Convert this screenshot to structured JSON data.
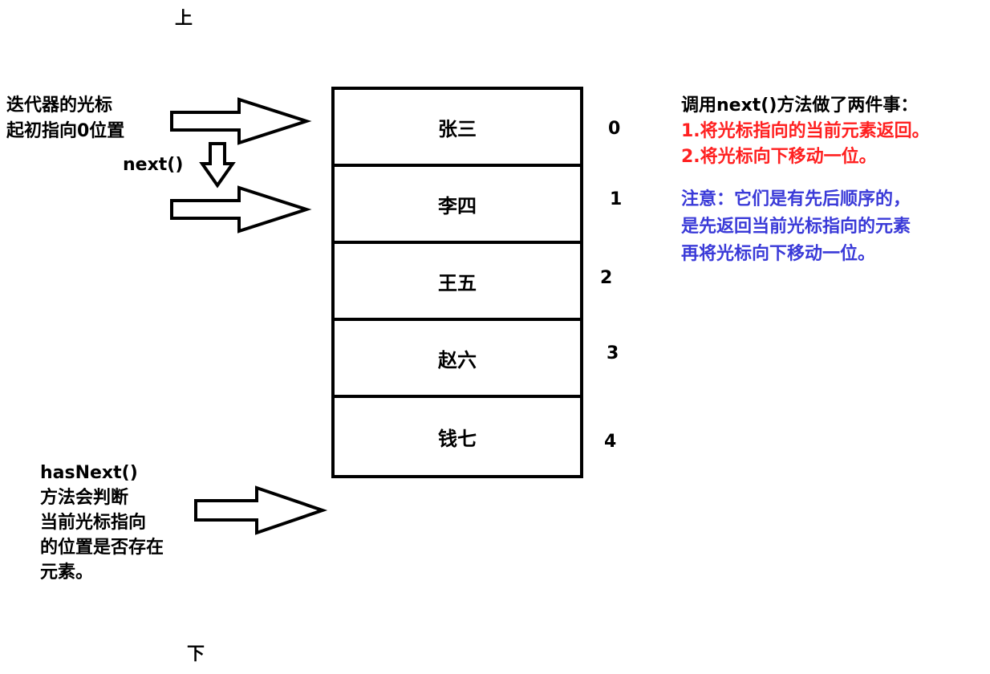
{
  "labels": {
    "top": "上",
    "bottom": "下",
    "cursor_initial": [
      "迭代器的光标",
      "起初指向0位置"
    ],
    "next_call": "next()",
    "has_next": [
      "hasNext()",
      "方法会判断",
      "当前光标指向",
      "的位置是否存在",
      "元素。"
    ]
  },
  "elements": [
    {
      "name": "张三",
      "index": "0"
    },
    {
      "name": "李四",
      "index": "1"
    },
    {
      "name": "王五",
      "index": "2"
    },
    {
      "name": "赵六",
      "index": "3"
    },
    {
      "name": "钱七",
      "index": "4"
    }
  ],
  "notes": {
    "title": "调用next()方法做了两件事：",
    "steps": [
      "1.将光标指向的当前元素返回。",
      "2.将光标向下移动一位。"
    ],
    "caution": [
      "注意：它们是有先后顺序的，",
      "是先返回当前光标指向的元素",
      "再将光标向下移动一位。"
    ]
  },
  "colors": {
    "steps": "#ff2020",
    "caution": "#3a3ad8",
    "outline": "#000000"
  }
}
